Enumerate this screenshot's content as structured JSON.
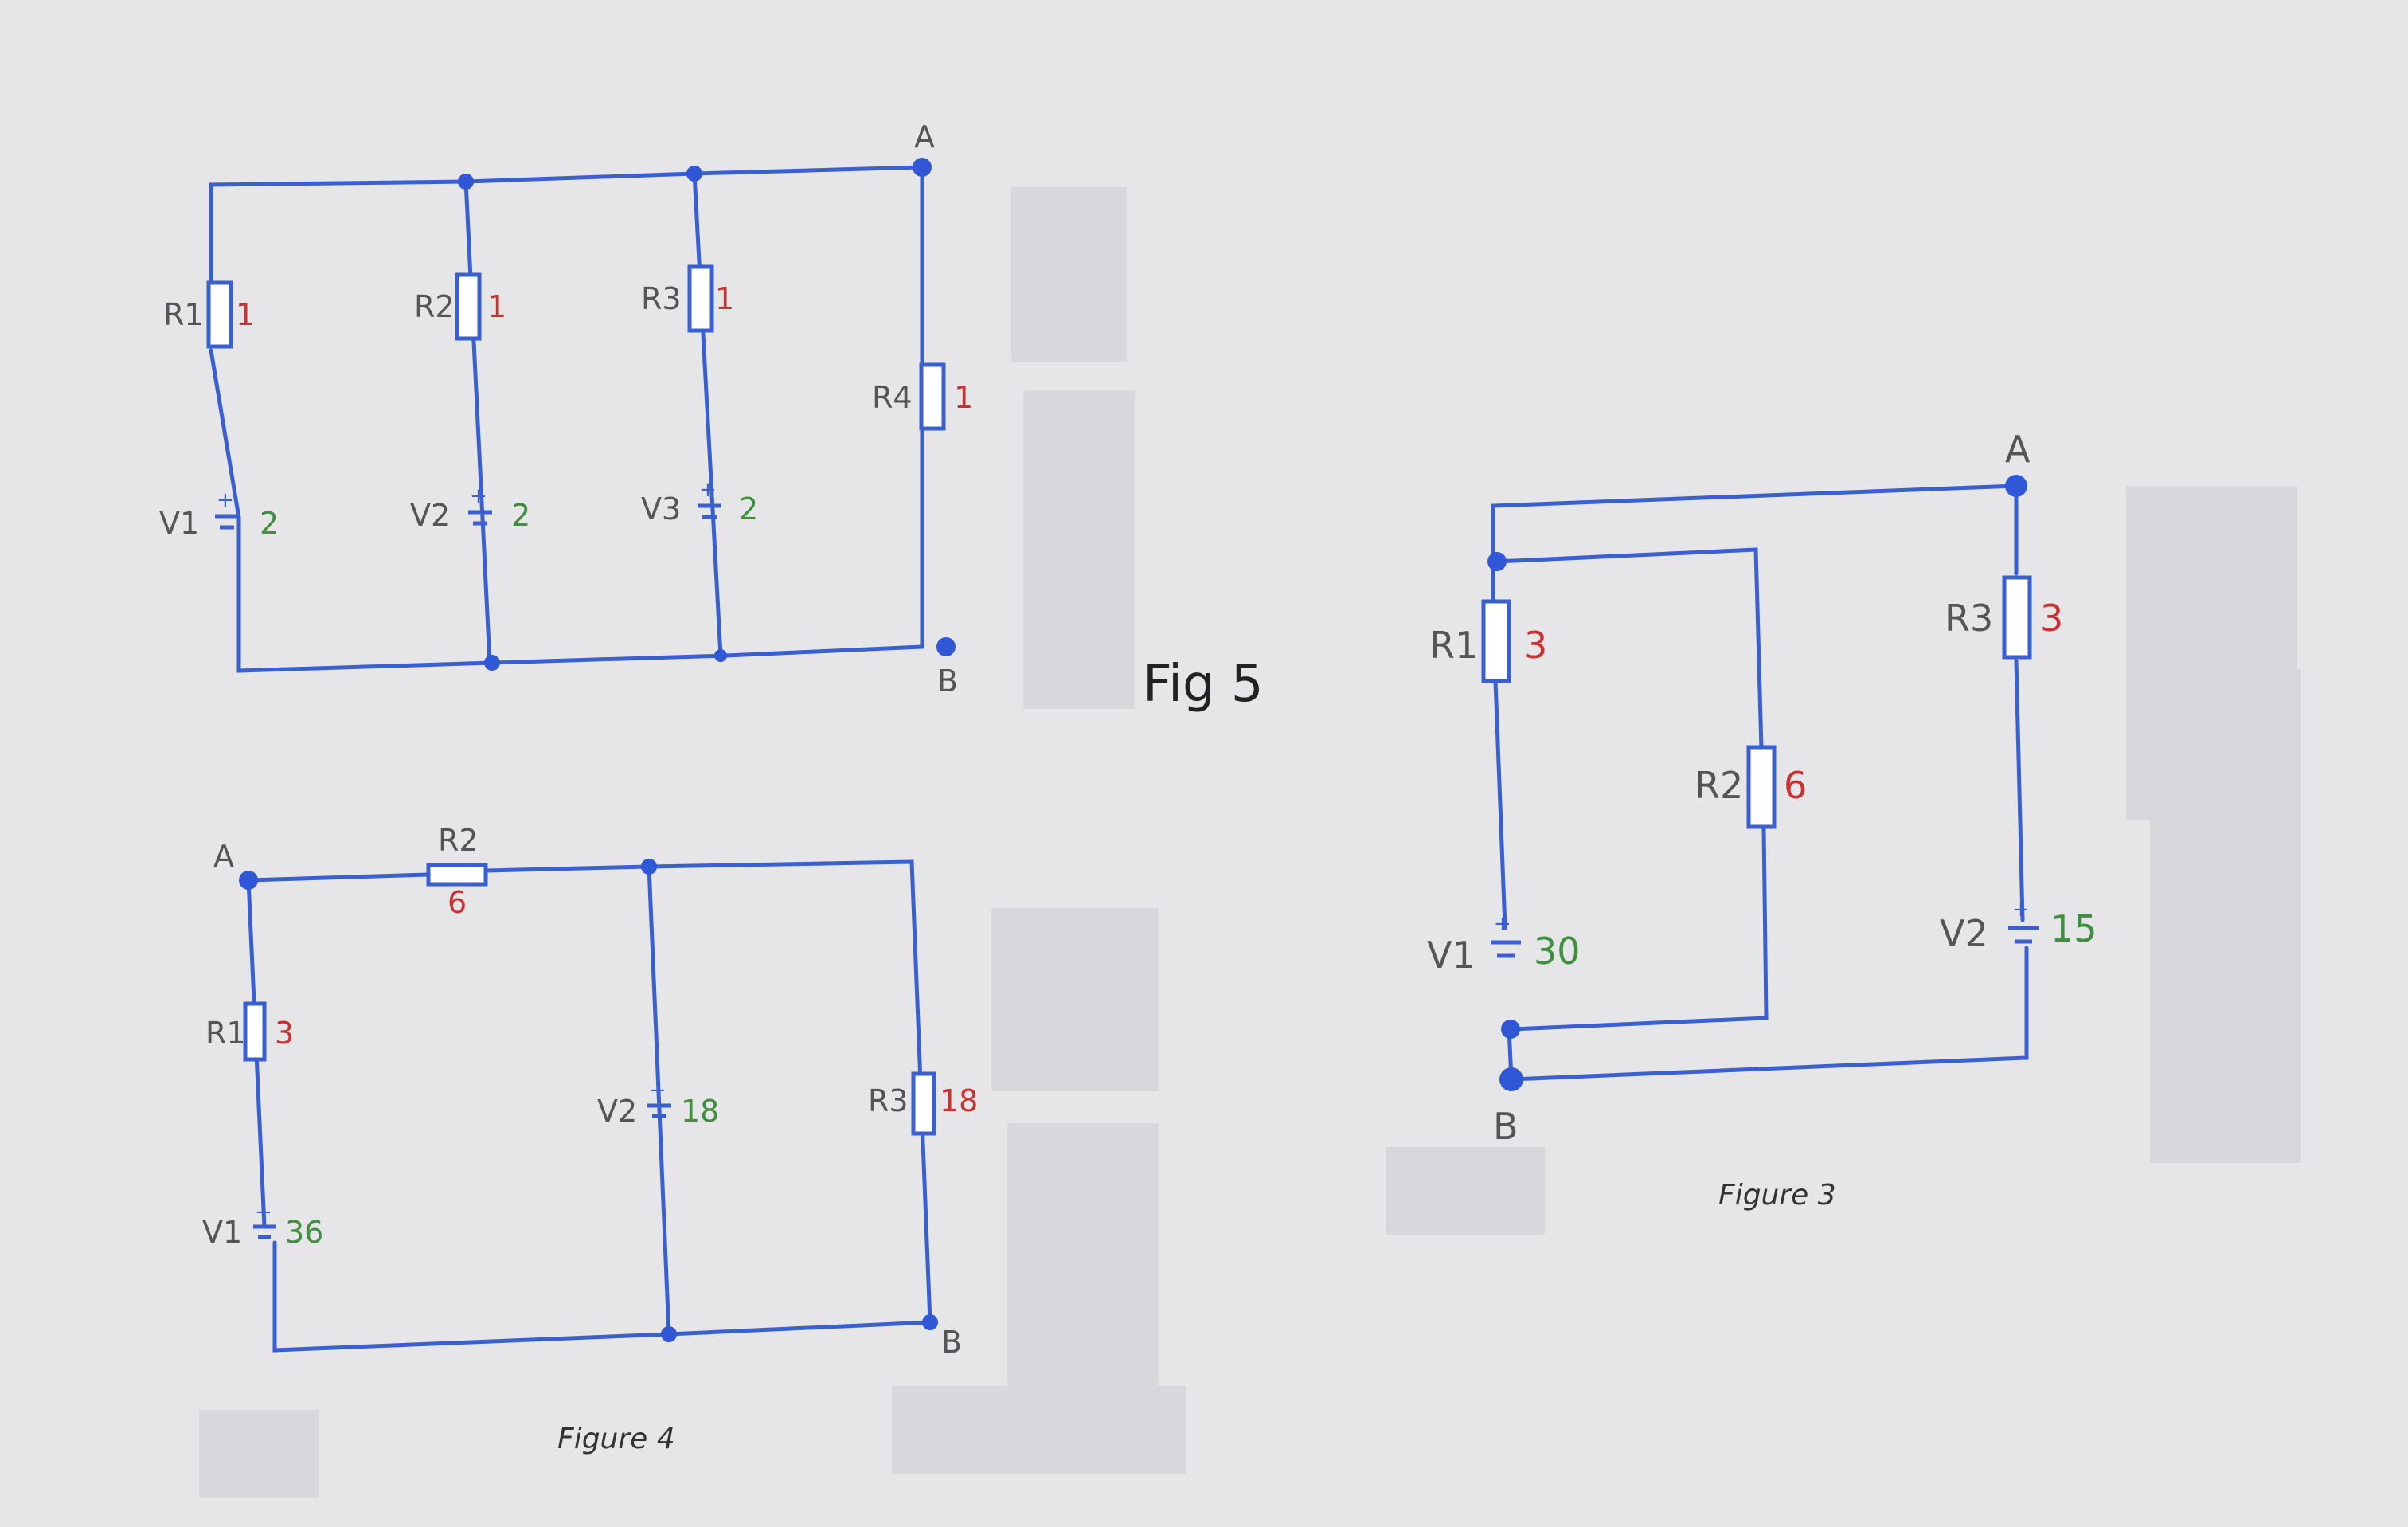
{
  "title": "Fig 5",
  "figure_top_left": {
    "node_a": "A",
    "node_b": "B",
    "resistors": [
      {
        "name": "R1",
        "value": "1"
      },
      {
        "name": "R2",
        "value": "1"
      },
      {
        "name": "R3",
        "value": "1"
      },
      {
        "name": "R4",
        "value": "1"
      }
    ],
    "sources": [
      {
        "name": "V1",
        "value": "2"
      },
      {
        "name": "V2",
        "value": "2"
      },
      {
        "name": "V3",
        "value": "2"
      }
    ]
  },
  "figure_4": {
    "caption": "Figure 4",
    "node_a": "A",
    "node_b": "B",
    "resistors": [
      {
        "name": "R1",
        "value": "3"
      },
      {
        "name": "R2",
        "value": "6"
      },
      {
        "name": "R3",
        "value": "18"
      }
    ],
    "sources": [
      {
        "name": "V1",
        "value": "36"
      },
      {
        "name": "V2",
        "value": "18"
      }
    ]
  },
  "figure_3": {
    "caption": "Figure 3",
    "node_a": "A",
    "node_b": "B",
    "resistors": [
      {
        "name": "R1",
        "value": "3"
      },
      {
        "name": "R2",
        "value": "6"
      },
      {
        "name": "R3",
        "value": "3"
      }
    ],
    "sources": [
      {
        "name": "V1",
        "value": "30"
      },
      {
        "name": "V2",
        "value": "15"
      }
    ]
  },
  "colors": {
    "wire": "#3a5fd0",
    "label": "#555555",
    "resistor_value": "#c83232",
    "source_value": "#3f8f3f"
  }
}
